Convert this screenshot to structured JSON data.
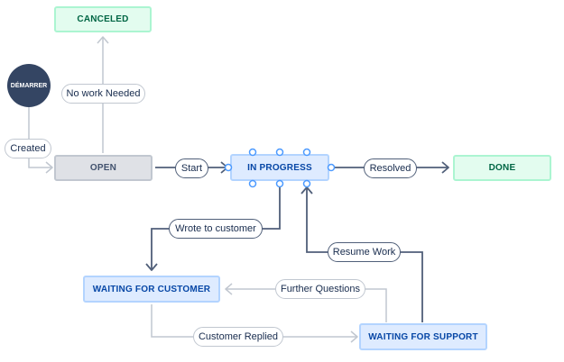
{
  "start_node": "DÉMARRER",
  "statuses": {
    "canceled": "CANCELED",
    "open": "OPEN",
    "in_progress": "IN PROGRESS",
    "done": "DONE",
    "waiting_for_customer": "WAITING FOR CUSTOMER",
    "waiting_for_support": "WAITING FOR SUPPORT"
  },
  "transitions": {
    "created": "Created",
    "no_work_needed": "No work Needed",
    "start": "Start",
    "resolved": "Resolved",
    "wrote_to_customer": "Wrote to customer",
    "resume_work": "Resume Work",
    "further_questions": "Further Questions",
    "customer_replied": "Customer Replied"
  },
  "colors": {
    "start_fill": "#344563",
    "done_fill": "#e3fcef",
    "done_border": "#abf5d1",
    "done_text": "#006644",
    "open_fill": "#dfe1e6",
    "open_border": "#c1c7d0",
    "open_text": "#42526e",
    "in_progress_fill": "#deebff",
    "in_progress_border": "#b3d4ff",
    "in_progress_text": "#0747a6",
    "active_line": "#505f79",
    "inactive_line": "#c1c7d0",
    "handle": "#4c9aff"
  }
}
